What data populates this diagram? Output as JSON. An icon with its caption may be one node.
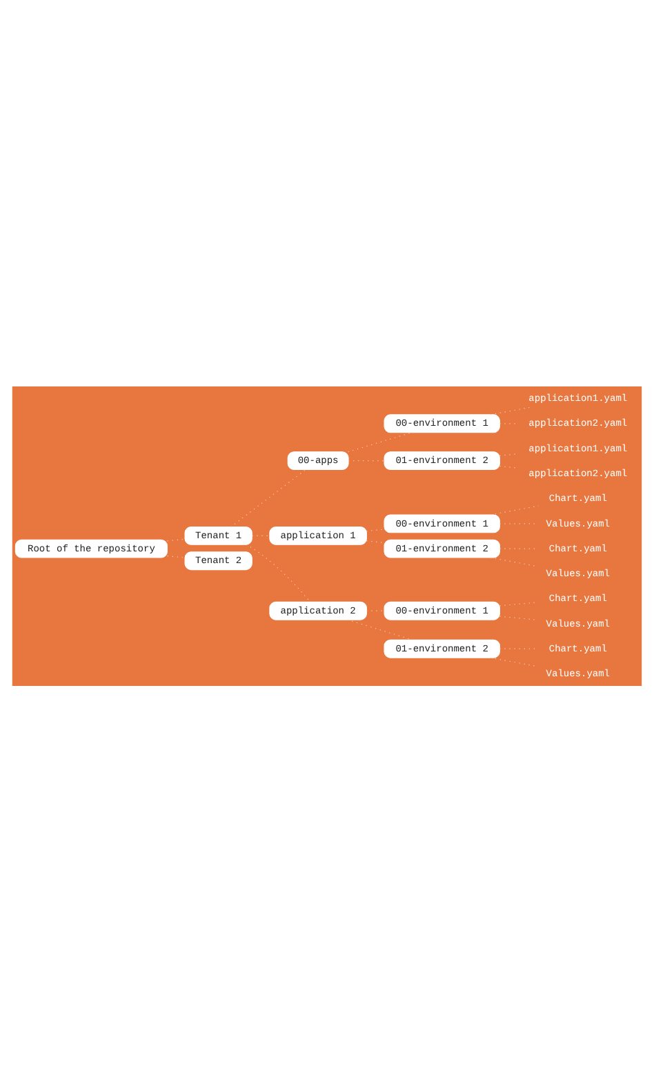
{
  "diagram": {
    "nodes": [
      {
        "text": [
          "Root of the repository"
        ]
      },
      {
        "text": [
          "Tenant 1"
        ]
      },
      {
        "text": [
          "00-apps"
        ]
      },
      {
        "text": [
          "00-environment 1"
        ]
      },
      {
        "text": [
          "application1.yaml"
        ]
      },
      {
        "text": [
          "application2.yaml"
        ]
      },
      {
        "text": [
          "01-environment 2"
        ]
      },
      {
        "text": [
          "application1.yaml"
        ]
      },
      {
        "text": [
          "application2.yaml"
        ]
      },
      {
        "text": [
          "application 1"
        ]
      },
      {
        "text": [
          "00-environment 1"
        ]
      },
      {
        "text": [
          "Chart.yaml"
        ]
      },
      {
        "text": [
          "Values.yaml"
        ]
      },
      {
        "text": [
          "01-environment 2"
        ]
      },
      {
        "text": [
          "Chart.yaml"
        ]
      },
      {
        "text": [
          "Values.yaml"
        ]
      },
      {
        "text": [
          "application 2"
        ]
      },
      {
        "text": [
          "00-environment 1"
        ]
      },
      {
        "text": [
          "Chart.yaml"
        ]
      },
      {
        "text": [
          "Values.yaml"
        ]
      },
      {
        "text": [
          "01-environment 2"
        ]
      },
      {
        "text": [
          "Chart.yaml"
        ]
      },
      {
        "text": [
          "Values.yaml"
        ]
      },
      {
        "text": [
          "Tenant 2"
        ]
      }
    ],
    "edges": [
      {
        "from": 0,
        "to": 1,
        "arrow": "none"
      },
      {
        "from": 1,
        "to": 2,
        "arrow": "none"
      },
      {
        "from": 2,
        "to": 3,
        "arrow": "none"
      },
      {
        "from": 3,
        "to": 4,
        "arrow": "none"
      },
      {
        "from": 3,
        "to": 5,
        "arrow": "none"
      },
      {
        "from": 2,
        "to": 6,
        "arrow": "none"
      },
      {
        "from": 6,
        "to": 7,
        "arrow": "none"
      },
      {
        "from": 6,
        "to": 8,
        "arrow": "none"
      },
      {
        "from": 1,
        "to": 9,
        "arrow": "none"
      },
      {
        "from": 9,
        "to": 10,
        "arrow": "none"
      },
      {
        "from": 10,
        "to": 11,
        "arrow": "none"
      },
      {
        "from": 10,
        "to": 12,
        "arrow": "none"
      },
      {
        "from": 9,
        "to": 13,
        "arrow": "none"
      },
      {
        "from": 13,
        "to": 14,
        "arrow": "none"
      },
      {
        "from": 13,
        "to": 15,
        "arrow": "none"
      },
      {
        "from": 1,
        "to": 16,
        "arrow": "none"
      },
      {
        "from": 16,
        "to": 17,
        "arrow": "none"
      },
      {
        "from": 17,
        "to": 18,
        "arrow": "none"
      },
      {
        "from": 17,
        "to": 19,
        "arrow": "none"
      },
      {
        "from": 16,
        "to": 20,
        "arrow": "none"
      },
      {
        "from": 20,
        "to": 21,
        "arrow": "none"
      },
      {
        "from": 20,
        "to": 22,
        "arrow": "none"
      },
      {
        "from": 0,
        "to": 23,
        "arrow": "none"
      }
    ]
  }
}
